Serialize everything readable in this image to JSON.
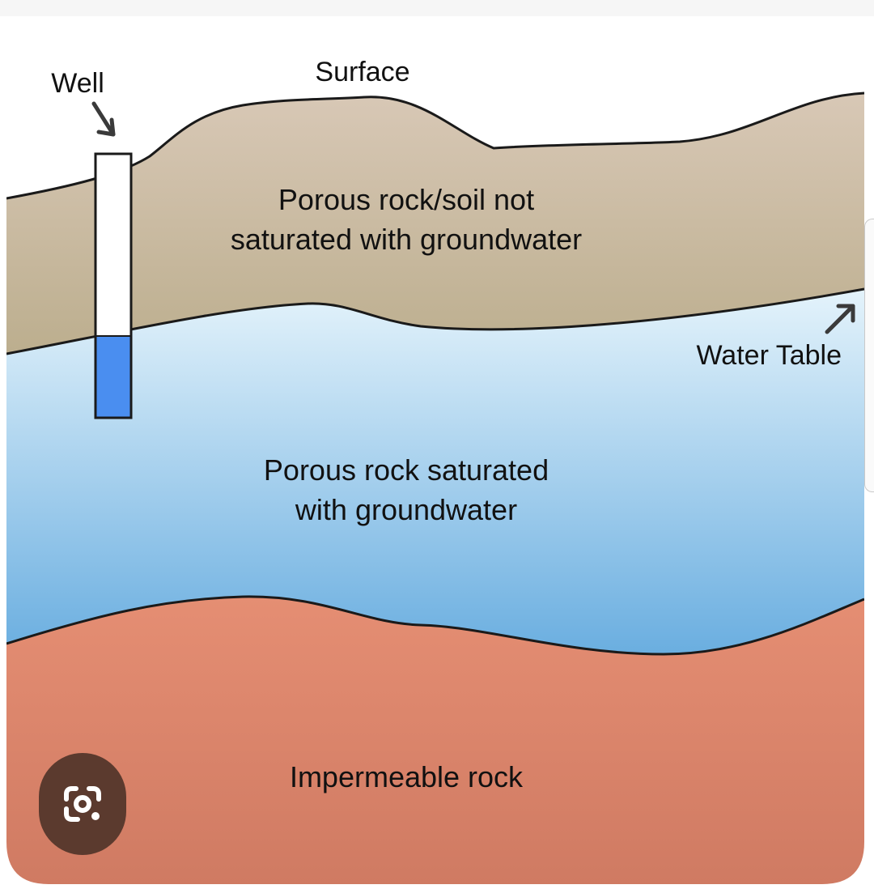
{
  "diagram": {
    "labels": {
      "well": "Well",
      "surface": "Surface",
      "unsaturated_line1": "Porous rock/soil not",
      "unsaturated_line2": "saturated with groundwater",
      "water_table": "Water Table",
      "saturated_line1": "Porous rock saturated",
      "saturated_line2": "with groundwater",
      "impermeable": "Impermeable rock"
    },
    "colors": {
      "soil_top": "#d8c8b6",
      "soil_bottom": "#bcae8e",
      "water_top": "#e4f3fb",
      "water_bottom": "#6aaee0",
      "rock_top": "#e58e73",
      "rock_bottom": "#cf7a62",
      "well_water": "#4a8ef0",
      "outline": "#1a1a1a"
    }
  },
  "overlay": {
    "lens_button_icon": "google-lens-camera-icon"
  }
}
